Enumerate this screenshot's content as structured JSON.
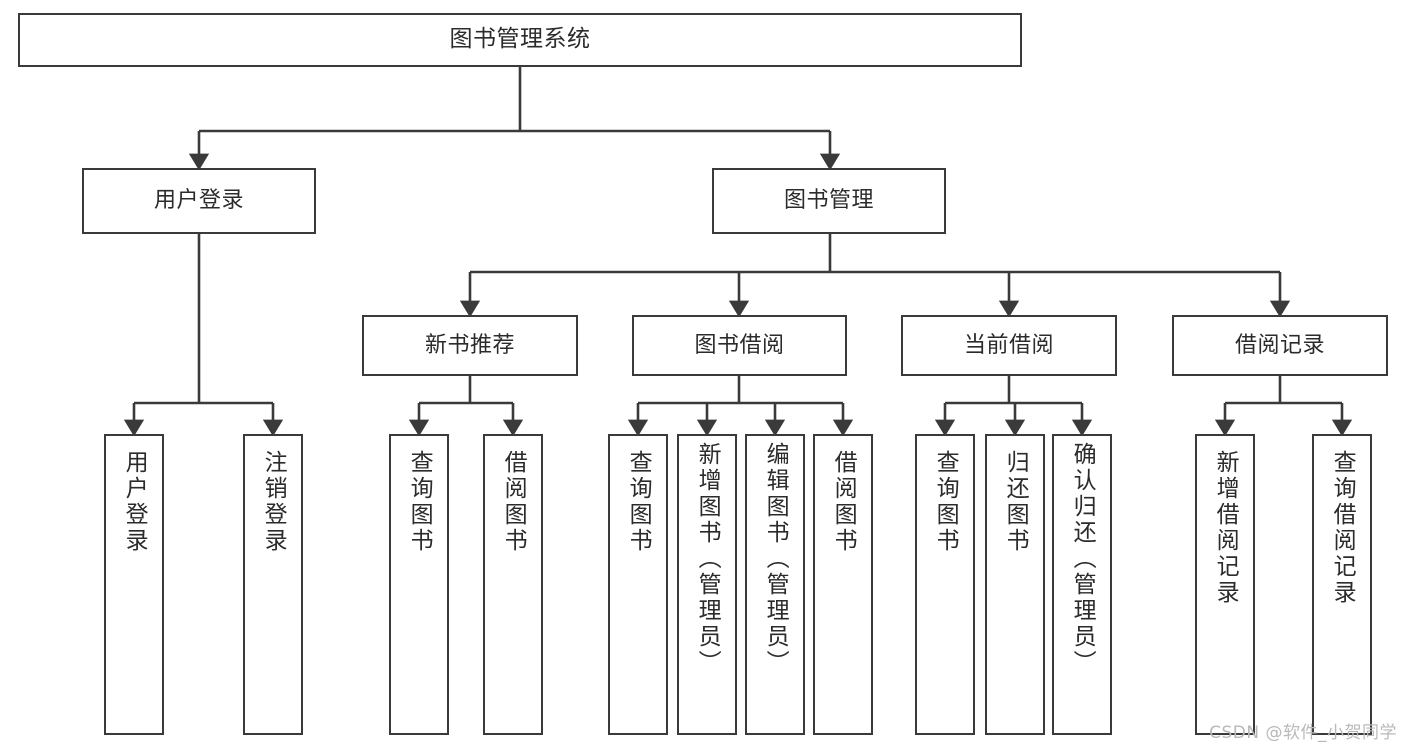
{
  "diagram": {
    "type": "tree-hierarchy",
    "title": "图书管理系统",
    "watermark": "CSDN @软件_小贺同学",
    "colors": {
      "box_border": "#3a3a3a",
      "box_fill": "#ffffff",
      "connector": "#3a3a3a",
      "text": "#2b2b2b",
      "watermark": "#b9b9b9"
    },
    "levels": {
      "root": {
        "label": "图书管理系统"
      },
      "level2": [
        {
          "label": "用户登录"
        },
        {
          "label": "图书管理"
        }
      ],
      "level3": [
        {
          "label": "新书推荐"
        },
        {
          "label": "图书借阅"
        },
        {
          "label": "当前借阅"
        },
        {
          "label": "借阅记录"
        }
      ],
      "leaves": {
        "user_login": [
          {
            "label": "用户登录"
          },
          {
            "label": "注销登录"
          }
        ],
        "new_book_recommend": [
          {
            "label": "查询图书"
          },
          {
            "label": "借阅图书"
          }
        ],
        "book_borrow": [
          {
            "label": "查询图书"
          },
          {
            "label": "新增图书（管理员）"
          },
          {
            "label": "编辑图书（管理员）"
          },
          {
            "label": "借阅图书"
          }
        ],
        "current_borrow": [
          {
            "label": "查询图书"
          },
          {
            "label": "归还图书"
          },
          {
            "label": "确认归还（管理员）"
          }
        ],
        "borrow_record": [
          {
            "label": "新增借阅记录"
          },
          {
            "label": "查询借阅记录"
          }
        ]
      }
    }
  }
}
